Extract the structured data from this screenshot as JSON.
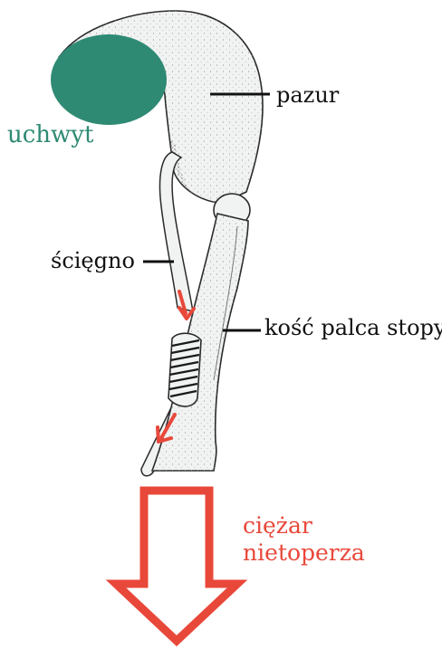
{
  "labels": {
    "grip": "uchwyt",
    "claw": "pazur",
    "tendon": "ścięgno",
    "toe_bone": "kość palca stopy",
    "bat_weight_line1": "ciężar",
    "bat_weight_line2": "nietoperza"
  },
  "colors": {
    "grip": "#2e8a73",
    "arrow": "#e8483a",
    "bone_fill": "#f1f2f2",
    "outline": "#2a2a2a",
    "text": "#111111"
  }
}
